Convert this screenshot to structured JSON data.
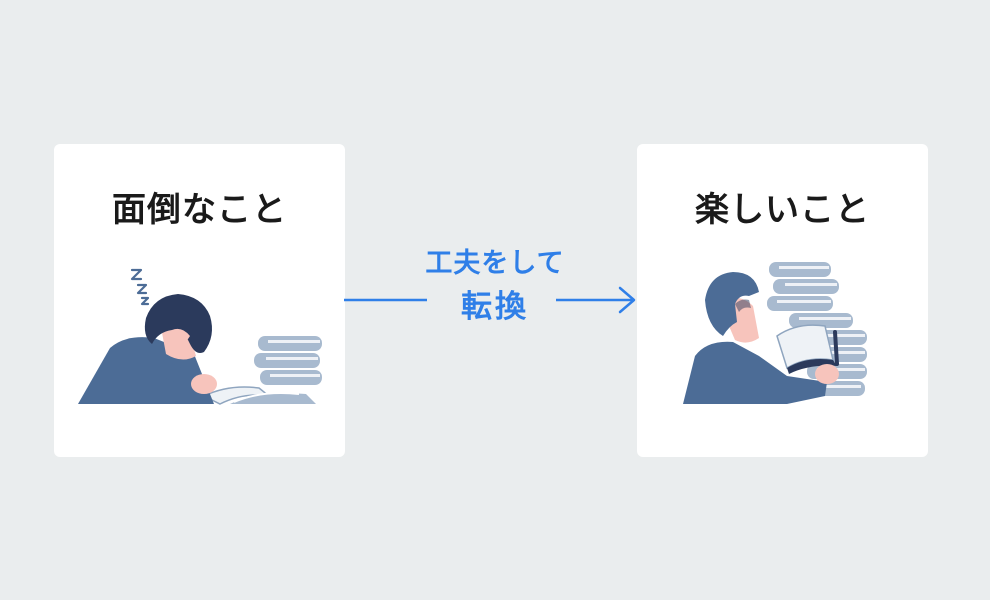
{
  "left_card": {
    "title": "面倒なこと",
    "snore": "Z Z Z"
  },
  "right_card": {
    "title": "楽しいこと"
  },
  "transition": {
    "line1": "工夫をして",
    "line2": "転換"
  },
  "colors": {
    "background": "#EAEDEE",
    "card": "#FFFFFF",
    "accent_blue": "#2F7FE8",
    "figure_navy": "#4C6C96",
    "hair_dark": "#2B3A5C",
    "skin": "#F7C4BC",
    "book_gray": "#A8BACF",
    "title_text": "#1A1A1A"
  }
}
